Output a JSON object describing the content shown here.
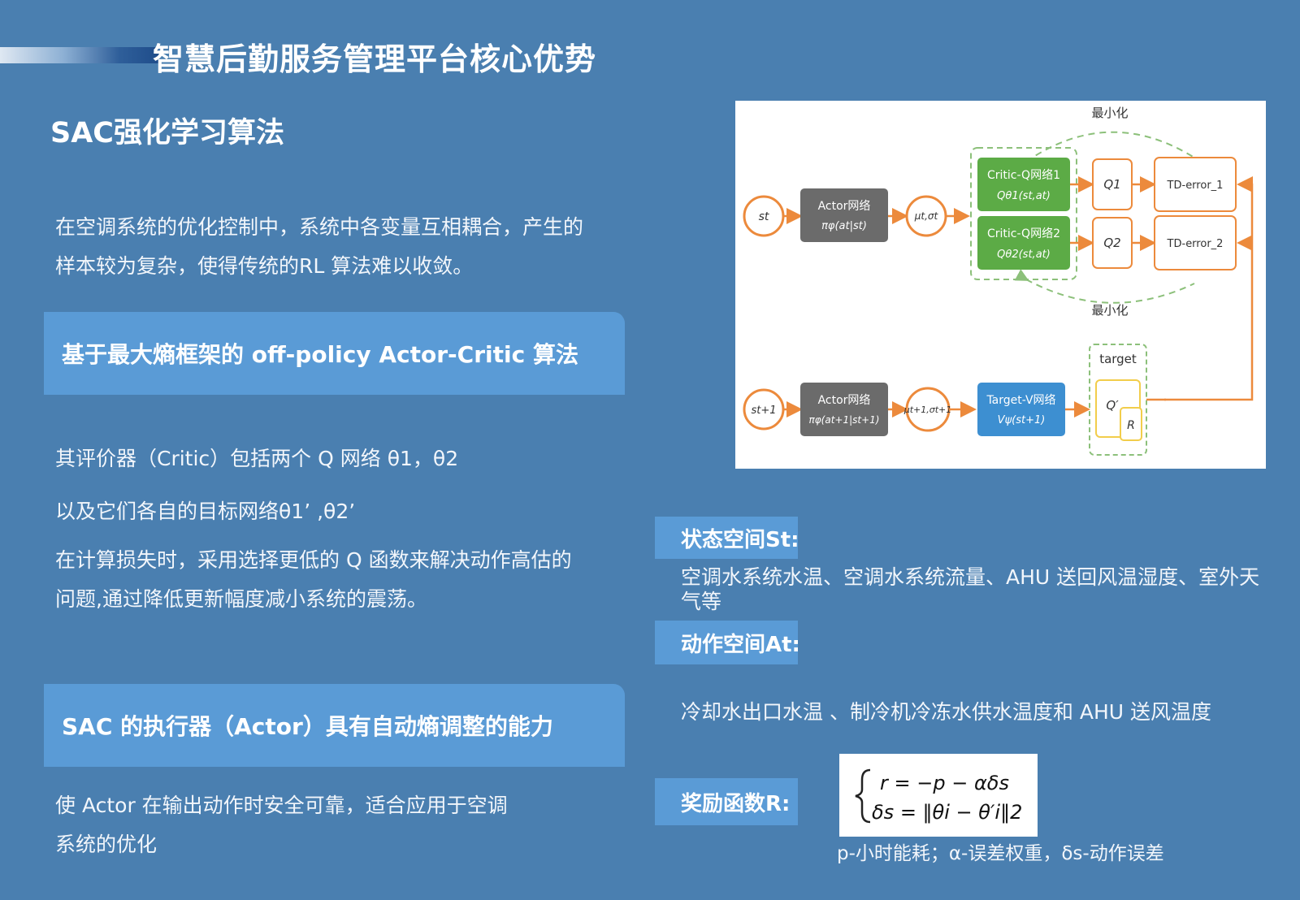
{
  "header": {
    "title": "智慧后勤服务管理平台核心优势"
  },
  "section": {
    "title": "SAC强化学习算法"
  },
  "intro": {
    "line1": "在空调系统的优化控制中，系统中各变量互相耦合，产生的",
    "line2": "样本较为复杂，使得传统的RL 算法难以收敛。"
  },
  "band1": {
    "label": "基于最大熵框架的 off-policy Actor-Critic 算法"
  },
  "critic": {
    "line1": "其评价器（Critic）包括两个 Q 网络 θ1，θ2",
    "line2": "以及它们各自的目标网络θ1’ ,θ2’",
    "line3": "在计算损失时，采用选择更低的 Q 函数来解决动作高估的",
    "line4": "问题,通过降低更新幅度减小系统的震荡。"
  },
  "band2": {
    "label": "SAC 的执行器（Actor）具有自动熵调整的能力"
  },
  "actor": {
    "line1": "使 Actor 在输出动作时安全可靠，适合应用于空调",
    "line2": "系统的优化"
  },
  "state": {
    "label": "状态空间St:",
    "line1": "空调水系统水温、空调水系统流量、AHU 送回风温湿度、室外天",
    "line2": "气等"
  },
  "action": {
    "label": "动作空间At:",
    "text": "冷却水出口水温 、制冷机冷冻水供水温度和 AHU 送风温度"
  },
  "reward": {
    "label": "奖励函数R:",
    "eq1": "r = −p − αδs",
    "eq2": "δs = ‖θi − θ′i‖2",
    "note": "p-小时能耗；α-误差权重，δs-动作误差"
  },
  "diagram": {
    "top_label": "最小化",
    "bottom_label": "最小化",
    "st": "st",
    "mu": "μt,σt",
    "actor": {
      "line1": "Actor网络",
      "line2": "πφ(at|st)"
    },
    "critic1": {
      "line1": "Critic-Q网络1",
      "line2": "Qθ1(st,at)"
    },
    "critic2": {
      "line1": "Critic-Q网络2",
      "line2": "Qθ2(st,at)"
    },
    "q1": "Q1",
    "q2": "Q2",
    "td1": "TD-error_1",
    "td2": "TD-error_2",
    "target": "target",
    "st1": "st+1",
    "mu1": "μt+1,σt+1",
    "actor2": {
      "line1": "Actor网络",
      "line2": "πφ(at+1|st+1)"
    },
    "targetv": {
      "line1": "Target-V网络",
      "line2": "Vψ(st+1)"
    },
    "qprime": "Q′",
    "r": "R",
    "colors": {
      "orange": "#ec8a3c",
      "gray": "#6b6b6b",
      "green": "#5cab46",
      "blue": "#3d8fd1",
      "yellow": "#f2cd4b",
      "dash_green": "#8cc07a"
    }
  }
}
